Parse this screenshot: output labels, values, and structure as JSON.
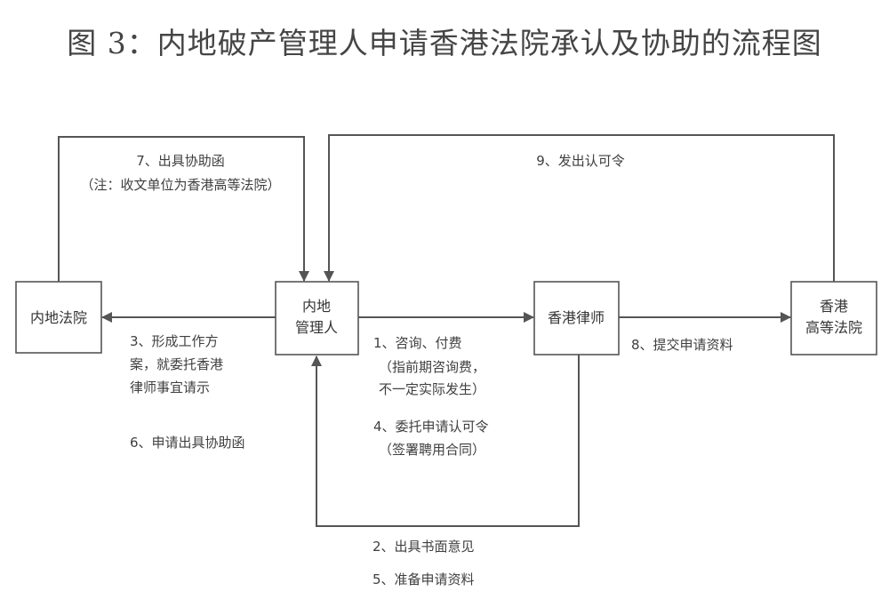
{
  "title": "图 3：内地破产管理人申请香港法院承认及协助的流程图",
  "nodes": {
    "mainland_court": {
      "lines": [
        "内地法院"
      ]
    },
    "administrator": {
      "lines": [
        "内地",
        "管理人"
      ]
    },
    "hk_lawyer": {
      "lines": [
        "香港律师"
      ]
    },
    "hk_high_court": {
      "lines": [
        "香港",
        "高等法院"
      ]
    }
  },
  "labels": {
    "step7": [
      "7、出具协助函",
      "（注：收文单位为香港高等法院）"
    ],
    "step9": [
      "9、发出认可令"
    ],
    "step3": [
      "3、形成工作方",
      "案，就委托香港",
      "律师事宜请示"
    ],
    "step6": [
      "6、申请出具协助函"
    ],
    "step1": [
      "1、咨询、付费",
      "（指前期咨询费，",
      "不一定实际发生）"
    ],
    "step4": [
      "4、委托申请认可令",
      "（签署聘用合同）"
    ],
    "step8": [
      "8、提交申请资料"
    ],
    "step2": [
      "2、出具书面意见"
    ],
    "step5": [
      "5、准备申请资料"
    ]
  }
}
